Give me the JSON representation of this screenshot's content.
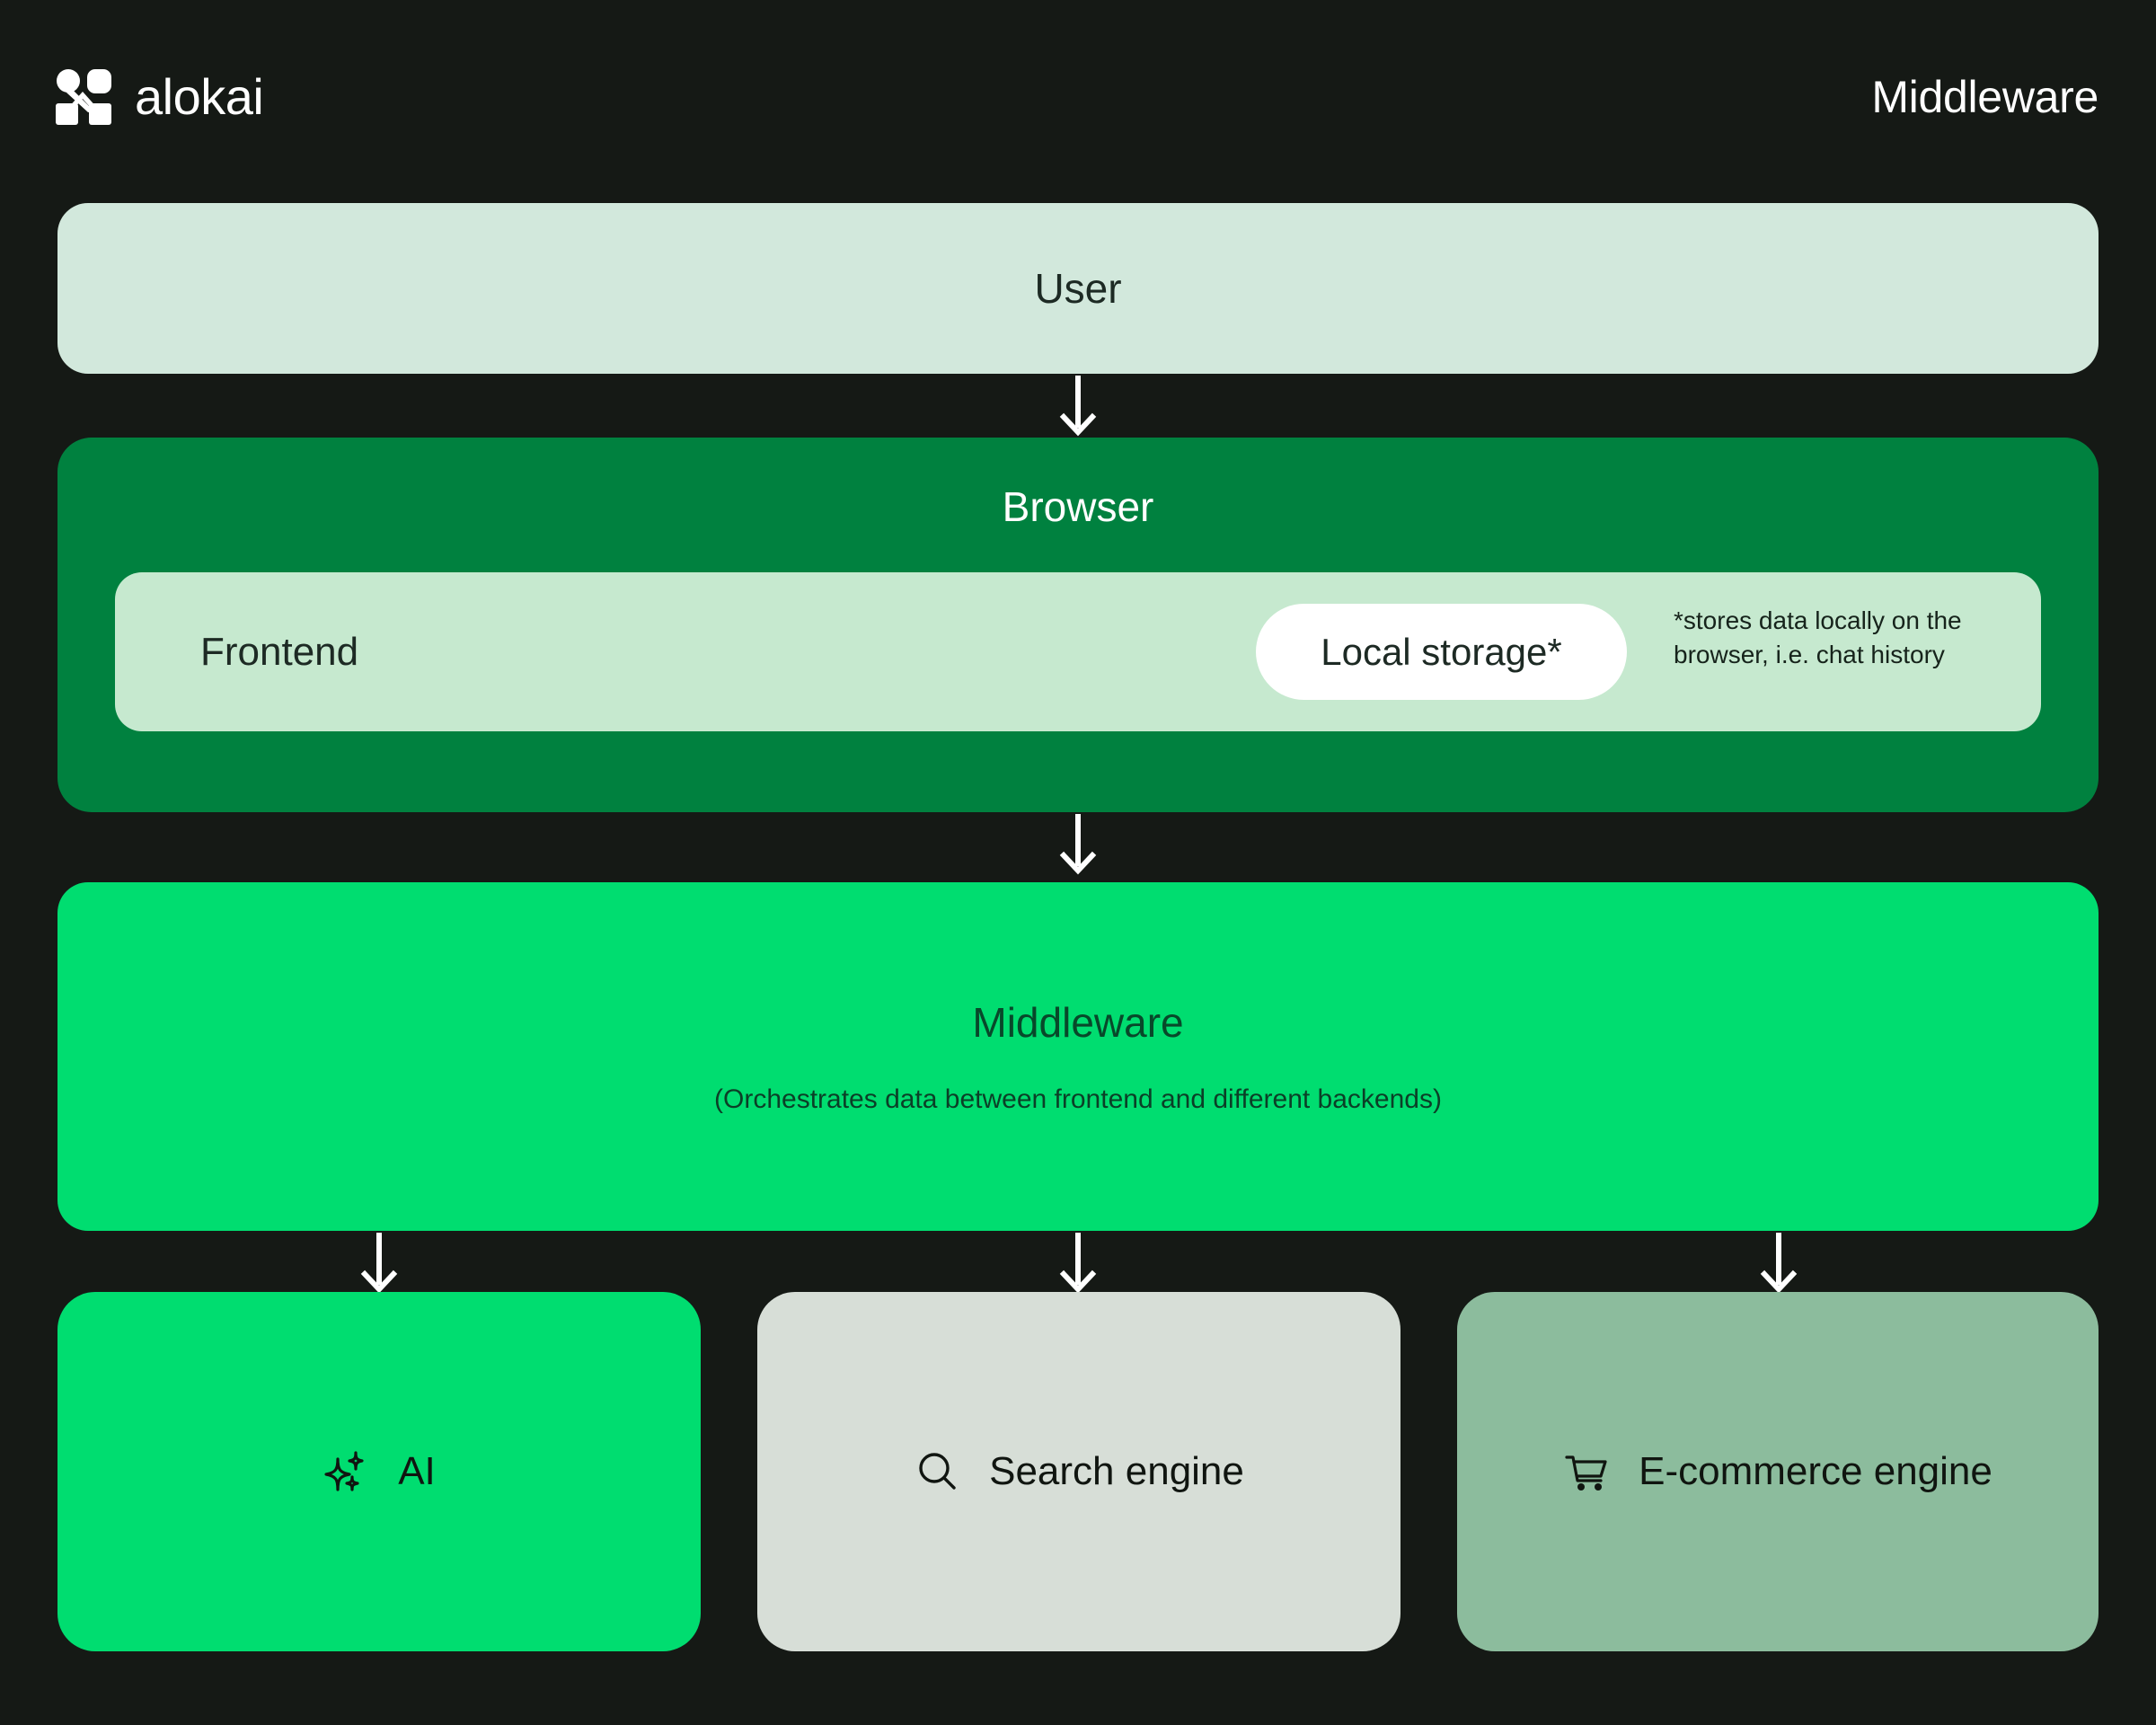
{
  "header": {
    "brand_name": "alokai",
    "brand_logo_icon": "alokai-logo-icon",
    "page_title": "Middleware"
  },
  "colors": {
    "background": "#151915",
    "user_box": "#d2e8dc",
    "browser_box": "#00813f",
    "frontend_box": "#c6e9cf",
    "local_storage_pill": "#ffffff",
    "middleware_box": "#00dd70",
    "ai_box": "#00dd70",
    "search_box": "#d7ded7",
    "ecommerce_box": "#8cbc9d",
    "arrow": "#ffffff",
    "dark_text": "#1d2a24"
  },
  "diagram": {
    "user": {
      "label": "User"
    },
    "browser": {
      "label": "Browser",
      "frontend_label": "Frontend",
      "local_storage_label": "Local storage*",
      "storage_note": "*stores data locally on the browser, i.e. chat history"
    },
    "middleware": {
      "label": "Middleware",
      "description": "(Orchestrates data between frontend and different backends)"
    },
    "backends": [
      {
        "label": "AI",
        "icon": "sparkles-icon"
      },
      {
        "label": "Search engine",
        "icon": "search-icon"
      },
      {
        "label": "E-commerce engine",
        "icon": "shopping-cart-icon"
      }
    ],
    "arrows": [
      {
        "from": "User",
        "to": "Browser"
      },
      {
        "from": "Browser",
        "to": "Middleware"
      },
      {
        "from": "Middleware",
        "to": "AI"
      },
      {
        "from": "Middleware",
        "to": "Search engine"
      },
      {
        "from": "Middleware",
        "to": "E-commerce engine"
      }
    ]
  }
}
